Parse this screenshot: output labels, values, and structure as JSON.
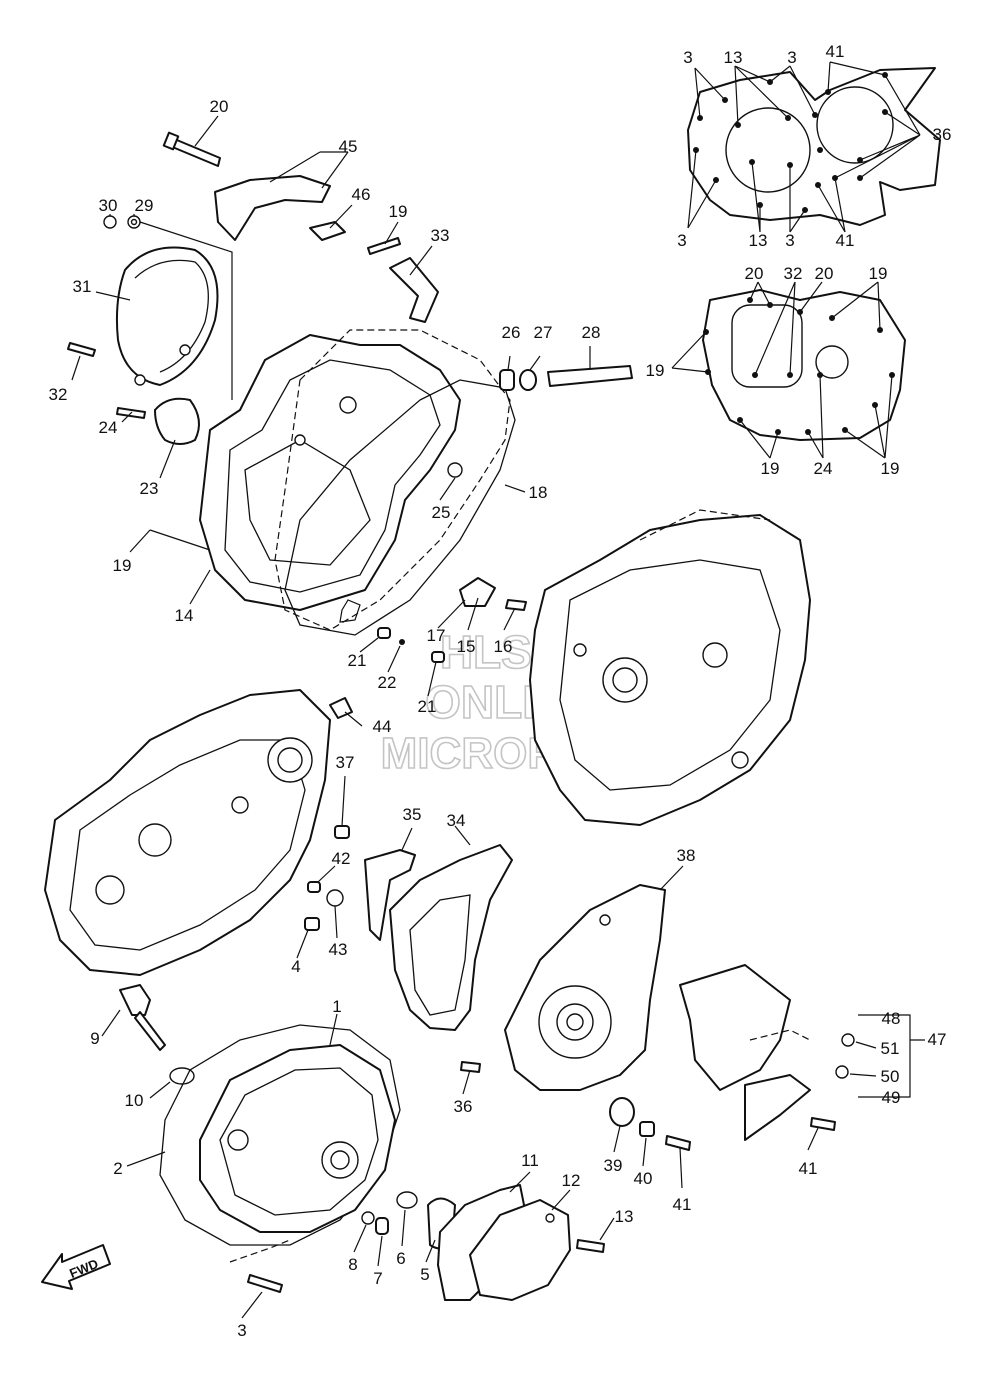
{
  "watermark": {
    "line1": "HLSM",
    "line2": "ONLINE",
    "line3": "MICROFICHE"
  },
  "fwd_label": "FWD",
  "callouts": {
    "c20a": "20",
    "c45": "45",
    "c46": "46",
    "c30": "30",
    "c29": "29",
    "c19a": "19",
    "c33": "33",
    "c31": "31",
    "c32a": "32",
    "c26": "26",
    "c27": "27",
    "c28": "28",
    "c24a": "24",
    "c23": "23",
    "c25": "25",
    "c18": "18",
    "c19b": "19",
    "c14": "14",
    "c17": "17",
    "c15": "15",
    "c16": "16",
    "c21a": "21",
    "c22": "22",
    "c21b": "21",
    "c44": "44",
    "c37": "37",
    "c35": "35",
    "c34": "34",
    "c42": "42",
    "c43": "43",
    "c4": "4",
    "c38": "38",
    "c9": "9",
    "c1": "1",
    "c10": "10",
    "c2": "2",
    "c36b": "36",
    "c39": "39",
    "c40": "40",
    "c41b": "41",
    "c41c": "41",
    "c48": "48",
    "c47": "47",
    "c51": "51",
    "c50": "50",
    "c49": "49",
    "c11": "11",
    "c12": "12",
    "c13b": "13",
    "c8": "8",
    "c7": "7",
    "c6": "6",
    "c5": "5",
    "c3b": "3",
    "i3a": "3",
    "i13a": "13",
    "i3b": "3",
    "i41a": "41",
    "i36": "36",
    "i3c": "3",
    "i13b": "13",
    "i3d": "3",
    "i41b": "41",
    "j20a": "20",
    "j32": "32",
    "j20b": "20",
    "j19a": "19",
    "j19b": "19",
    "j19c": "19",
    "j24": "24",
    "j19d": "19"
  }
}
